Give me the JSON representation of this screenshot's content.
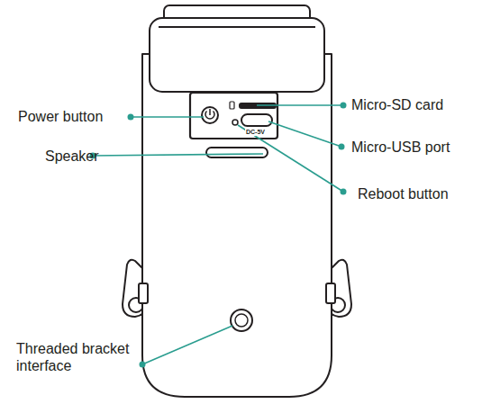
{
  "diagram": {
    "labels": [
      "Power button",
      "Speaker",
      "Threaded bracket interface",
      "Micro-SD card",
      "Micro-USB port",
      "Reboot button",
      "DC-5V"
    ]
  }
}
